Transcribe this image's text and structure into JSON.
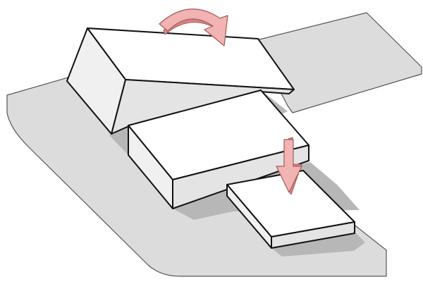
{
  "diagram": {
    "colors": {
      "background": "#ffffff",
      "ground_fill": "#dcdcdc",
      "ground_stroke": "#555555",
      "shadow_fill": "#b7b7b7",
      "block_top": "#ffffff",
      "block_side": "#f0f0f0",
      "block_front": "#e4e4e4",
      "block_stroke": "#111111",
      "arrow_fill": "#f2b3b3",
      "arrow_side": "#d98484",
      "arrow_stroke": "#a35a5a"
    },
    "elements": [
      {
        "name": "ground-plane",
        "kind": "ground"
      },
      {
        "name": "ground-plane-wing",
        "kind": "ground"
      },
      {
        "name": "upper-block",
        "kind": "box"
      },
      {
        "name": "middle-block",
        "kind": "box"
      },
      {
        "name": "lower-block",
        "kind": "box"
      },
      {
        "name": "rotate-arrow-icon",
        "kind": "arrow"
      },
      {
        "name": "down-arrow-icon",
        "kind": "arrow"
      }
    ]
  }
}
